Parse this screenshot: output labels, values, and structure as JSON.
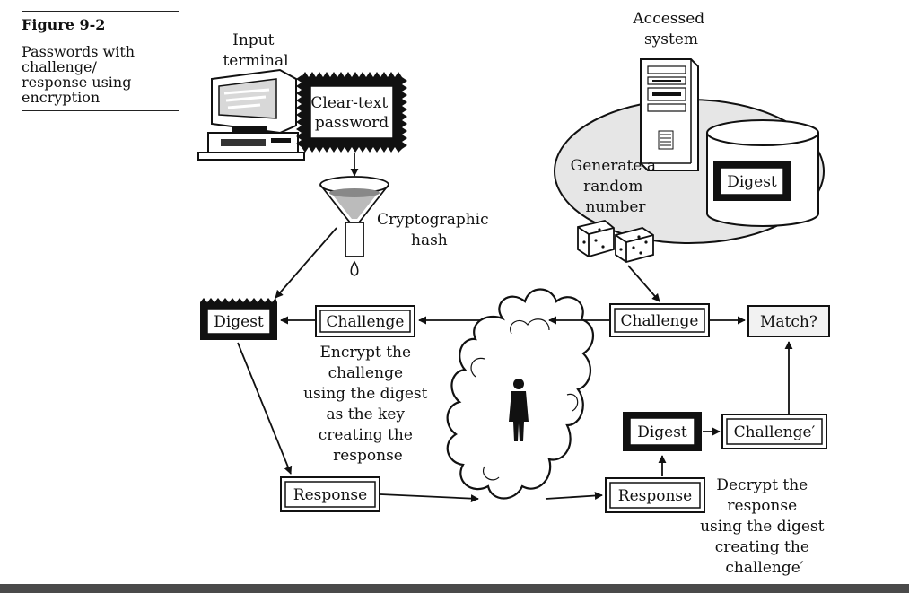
{
  "figure": {
    "number": "Figure 9-2",
    "caption": "Passwords with\nchallenge/\nresponse using\nencryption"
  },
  "labels": {
    "input_terminal": [
      "Input",
      "terminal"
    ],
    "accessed_system": [
      "Accessed",
      "system"
    ],
    "clear_text_password": [
      "Clear-text",
      "password"
    ],
    "cryptographic_hash": [
      "Cryptographic",
      "hash"
    ],
    "generate_random": [
      "Generate a",
      "random",
      "number"
    ],
    "encrypt_note": [
      "Encrypt the",
      "challenge",
      "using the digest",
      "as the key",
      "creating the",
      "response"
    ],
    "decrypt_note": [
      "Decrypt the",
      "response",
      "using the digest",
      "creating the",
      "challenge′"
    ]
  },
  "boxes": {
    "digest": "Digest",
    "challenge": "Challenge",
    "challenge_prime": "Challenge′",
    "response": "Response",
    "match": "Match?"
  }
}
